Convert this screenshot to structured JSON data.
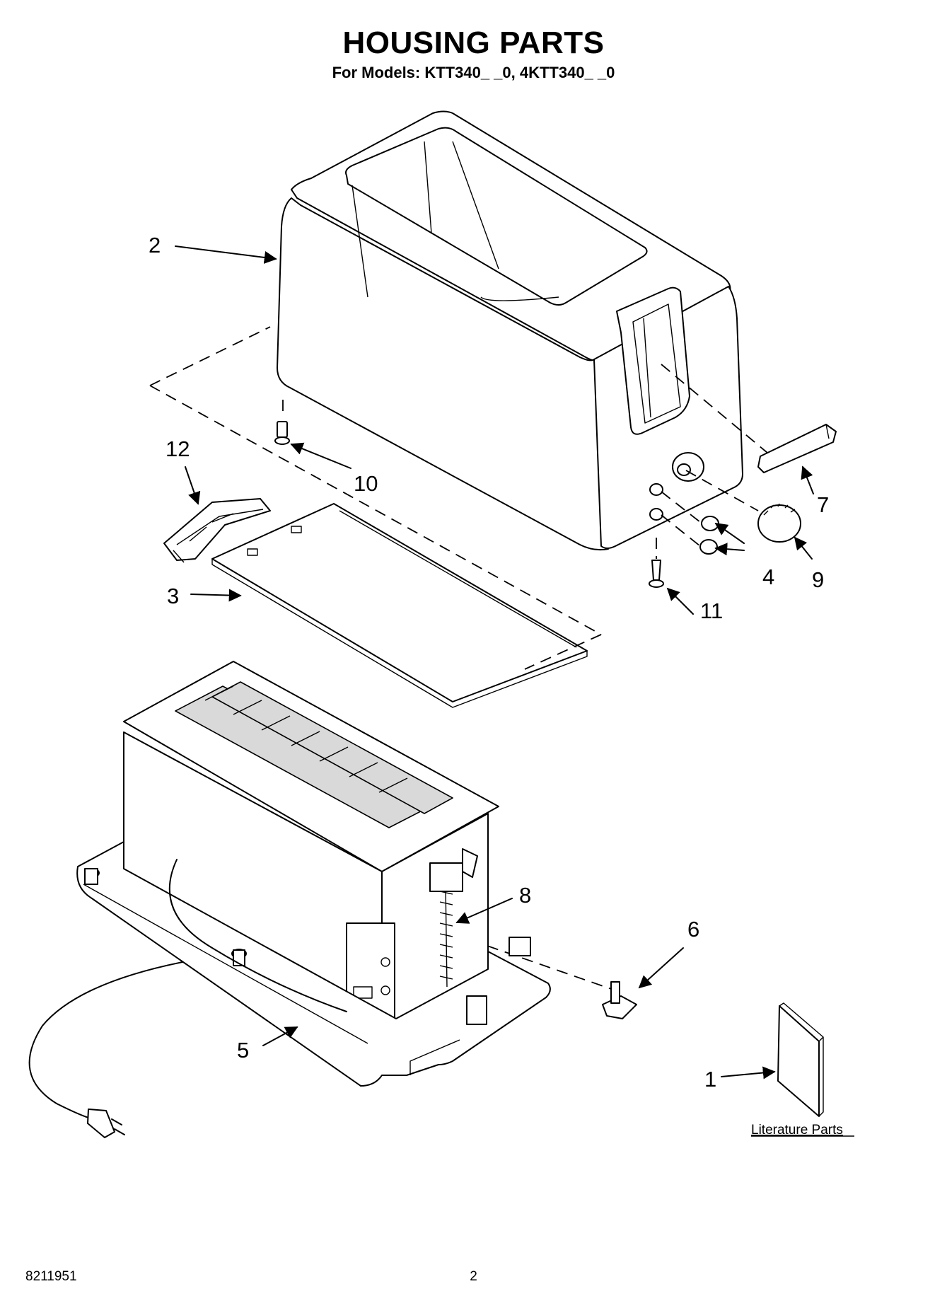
{
  "header": {
    "title": "HOUSING PARTS",
    "subtitle": "For Models: KTT340_ _0, 4KTT340_ _0"
  },
  "callouts": [
    {
      "id": "1",
      "label": "1"
    },
    {
      "id": "2",
      "label": "2"
    },
    {
      "id": "3",
      "label": "3"
    },
    {
      "id": "4",
      "label": "4"
    },
    {
      "id": "5",
      "label": "5"
    },
    {
      "id": "6",
      "label": "6"
    },
    {
      "id": "7",
      "label": "7"
    },
    {
      "id": "8",
      "label": "8"
    },
    {
      "id": "9",
      "label": "9"
    },
    {
      "id": "10",
      "label": "10"
    },
    {
      "id": "11",
      "label": "11"
    },
    {
      "id": "12",
      "label": "12"
    }
  ],
  "literature": {
    "label": "Literature Parts"
  },
  "footer": {
    "doc_number": "8211951",
    "page_number": "2"
  }
}
